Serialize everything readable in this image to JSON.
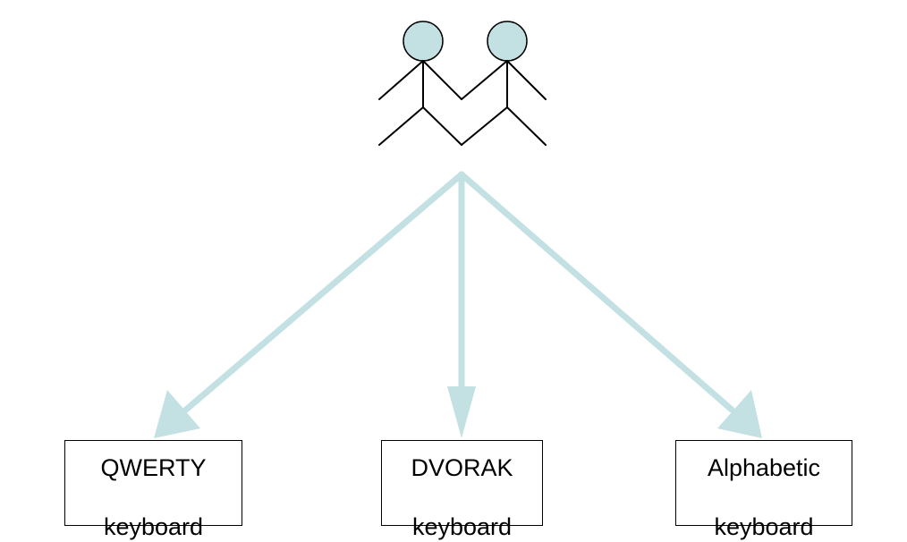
{
  "colors": {
    "arrow": "#c3e0e3",
    "figure_head": "#c3e0e3",
    "figure_stroke": "#000000",
    "box_border": "#000000",
    "background": "#ffffff"
  },
  "icons": {
    "figure": "two-stick-figures-holding-hands-icon"
  },
  "nodes": [
    {
      "line1": "QWERTY",
      "line2": "keyboard"
    },
    {
      "line1": "DVORAK",
      "line2": "keyboard"
    },
    {
      "line1": "Alphabetic",
      "line2": "keyboard"
    }
  ]
}
